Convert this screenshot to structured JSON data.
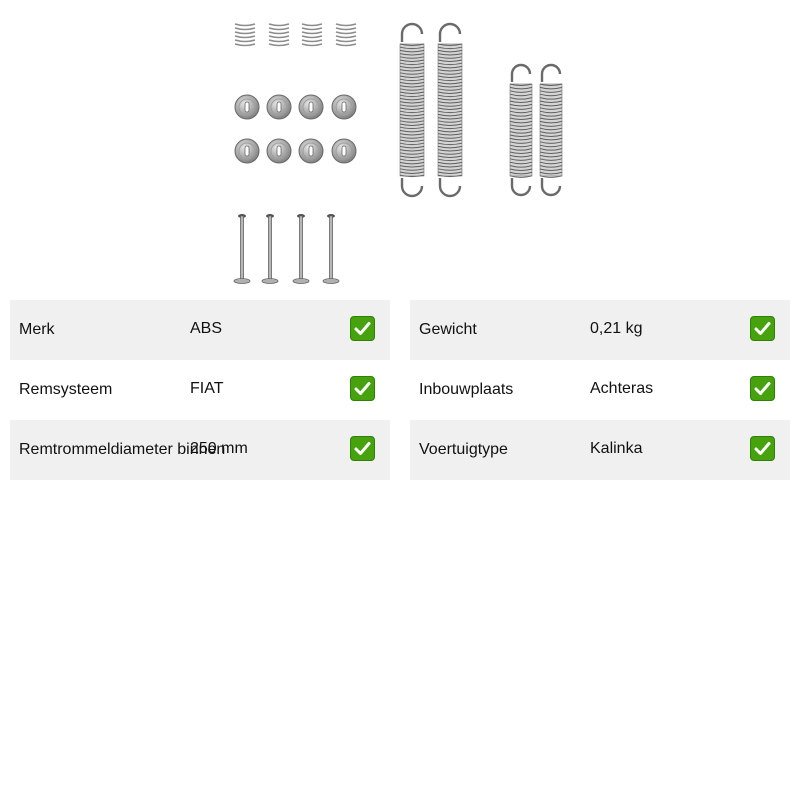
{
  "product": {
    "image_alt": "Brake shoe fitting kit: springs, caps and pins"
  },
  "colors": {
    "row_shade": "#f0f0f0",
    "check_green": "#46a30e",
    "metal": "#9a9a9a"
  },
  "specs_left": [
    {
      "label": "Merk",
      "value": "ABS",
      "icon": "check-mark-icon"
    },
    {
      "label": "Remsysteem",
      "value": "FIAT",
      "icon": "check-mark-icon"
    },
    {
      "label": "Remtrommeldiameter binnen",
      "value": "250 mm",
      "icon": "check-mark-icon"
    }
  ],
  "specs_right": [
    {
      "label": "Gewicht",
      "value": "0,21 kg",
      "icon": "check-mark-icon"
    },
    {
      "label": "Inbouwplaats",
      "value": "Achteras",
      "icon": "check-mark-icon"
    },
    {
      "label": "Voertuigtype",
      "value": "Kalinka",
      "icon": "check-mark-icon"
    }
  ]
}
